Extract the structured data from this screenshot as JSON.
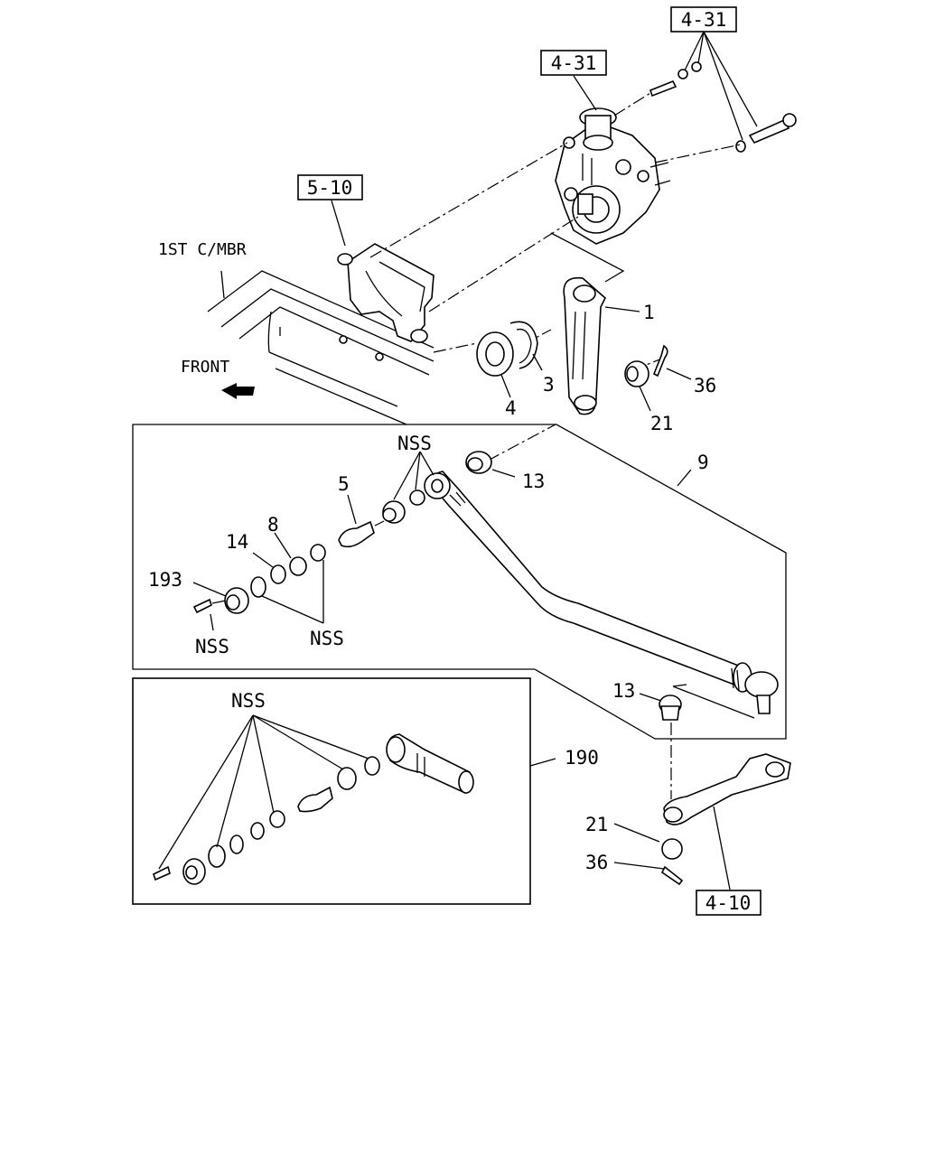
{
  "figure_refs": {
    "ref_4_31_top": "4-31",
    "ref_4_31_mid": "4-31",
    "ref_5_10": "5-10",
    "ref_4_10": "4-10"
  },
  "annotations": {
    "first_cross_member": "1ST C/MBR",
    "front": "FRONT"
  },
  "callouts": {
    "c1": "1",
    "c3": "3",
    "c4": "4",
    "c36_top": "36",
    "c21_top": "21",
    "c9": "9",
    "c13_top": "13",
    "c5": "5",
    "c8": "8",
    "c14": "14",
    "c193": "193",
    "nss_top": "NSS",
    "nss_mid": "NSS",
    "nss_left": "NSS",
    "c13_bottom": "13",
    "nss_sub": "NSS",
    "c190": "190",
    "c21_bottom": "21",
    "c36_bottom": "36"
  }
}
